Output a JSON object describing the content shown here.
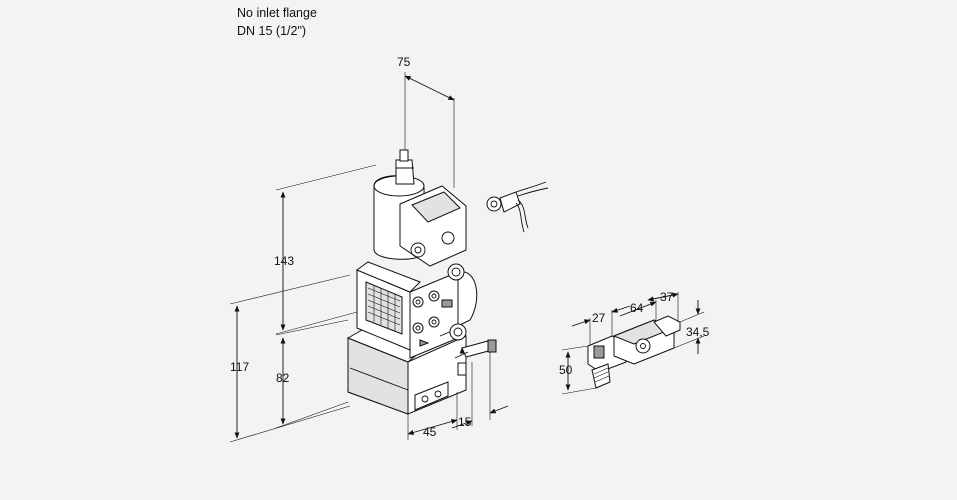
{
  "header": {
    "line1": "No inlet flange",
    "line2": "DN 15 (1/2\")"
  },
  "dimensions": {
    "d75": "75",
    "d143": "143",
    "d117": "117",
    "d82": "82",
    "d45": "45",
    "d15": "15",
    "d27": "27",
    "d64": "64",
    "d37": "37",
    "d34_5": "34,5",
    "d50": "50"
  }
}
